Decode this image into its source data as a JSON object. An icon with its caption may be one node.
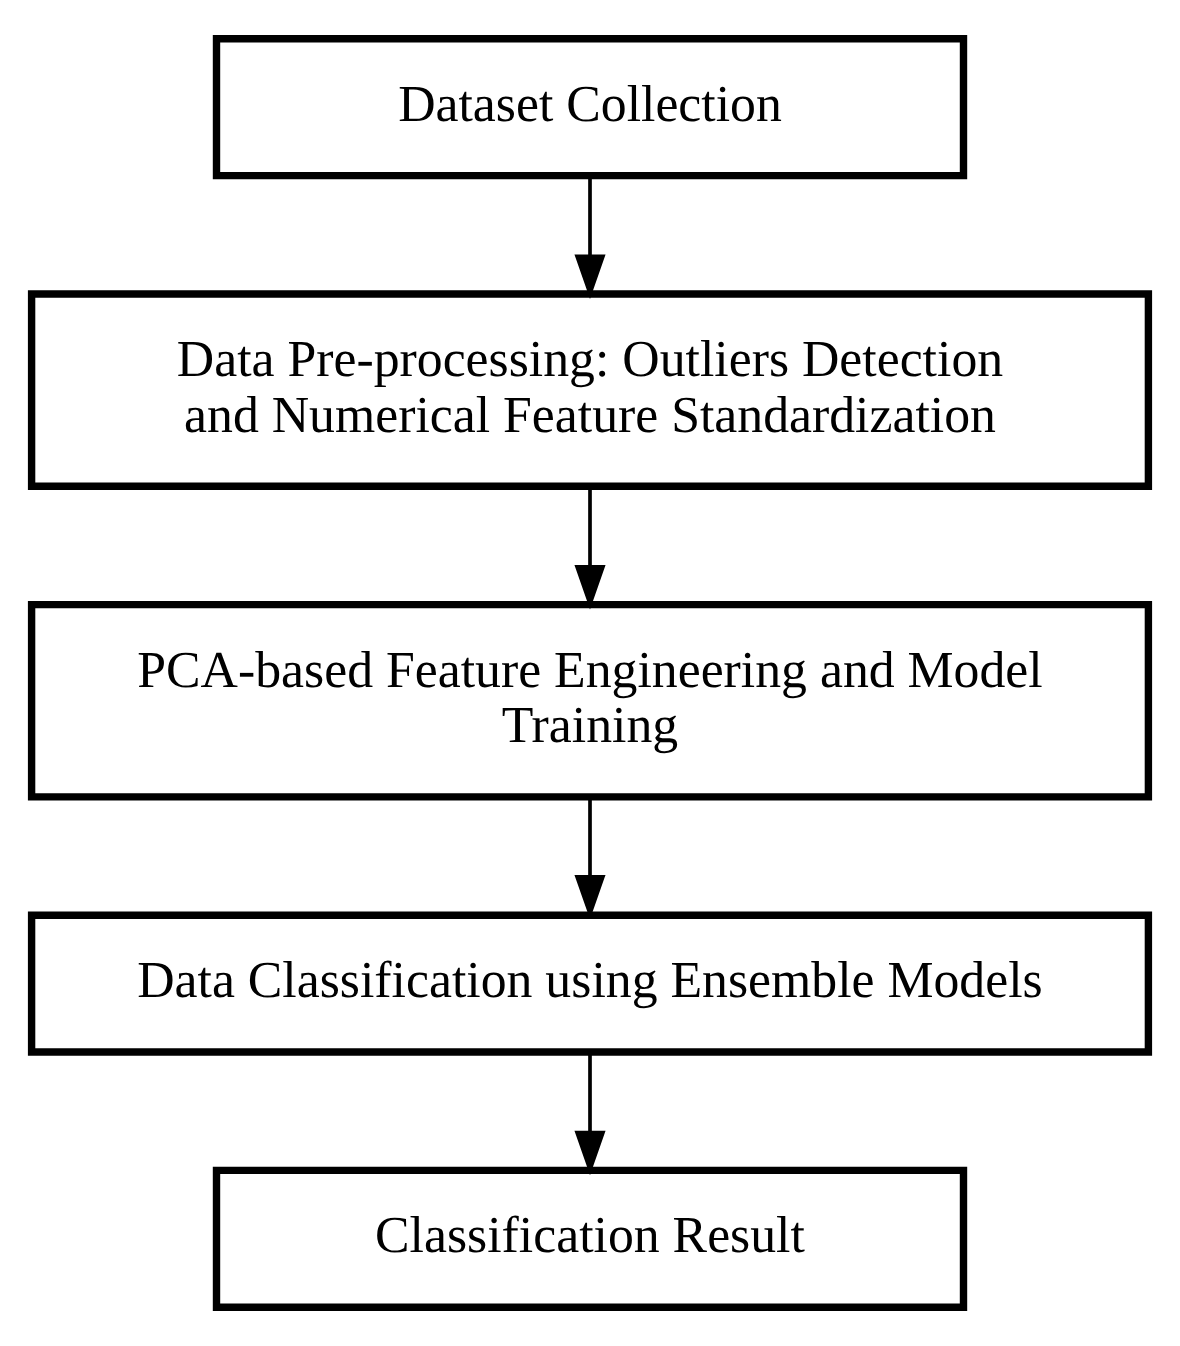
{
  "diagram": {
    "nodes": [
      {
        "text": [
          "Dataset Collection"
        ]
      },
      {
        "text": [
          "Data Pre-processing: Outliers Detection and Numerical Feature Standardization"
        ]
      },
      {
        "text": [
          "PCA-based Feature Engineering and Model Training"
        ]
      },
      {
        "text": [
          "Data Classification using Ensemble Models"
        ]
      },
      {
        "text": [
          "Classification Result"
        ]
      }
    ],
    "edges": [
      {
        "from": 0,
        "to": 1,
        "arrow": "to"
      },
      {
        "from": 1,
        "to": 2,
        "arrow": "to"
      },
      {
        "from": 2,
        "to": 3,
        "arrow": "to"
      },
      {
        "from": 3,
        "to": 4,
        "arrow": "to"
      }
    ]
  }
}
